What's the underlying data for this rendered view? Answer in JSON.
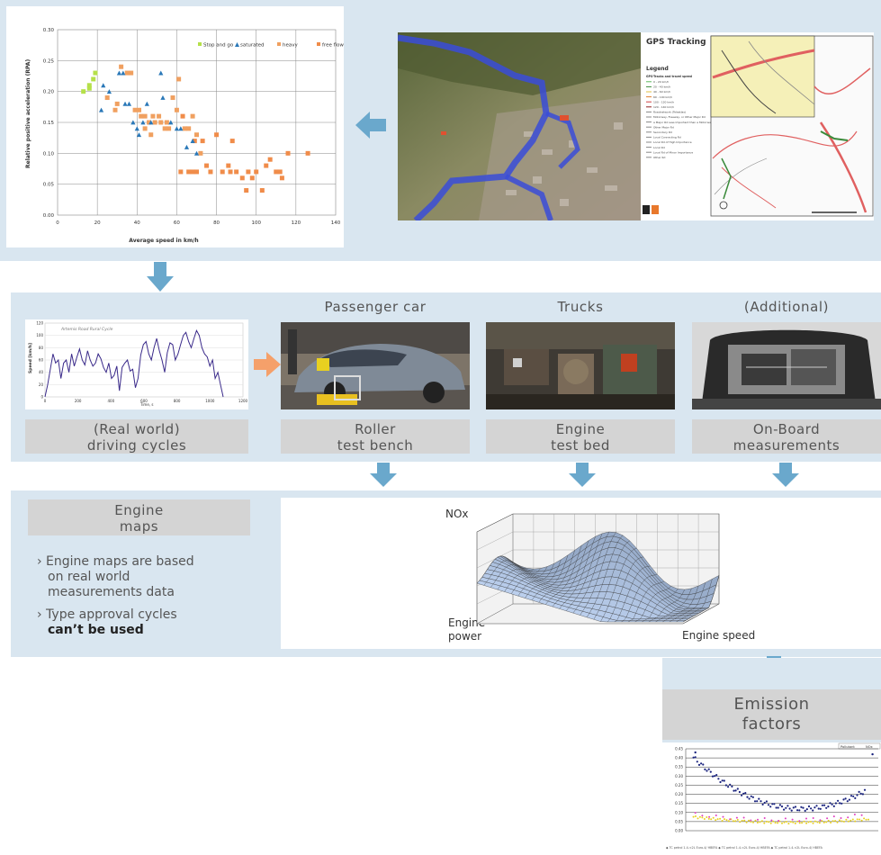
{
  "scatter": {
    "ylabel": "Relative positive acceleration (RPA)",
    "xlabel": "Average speed in km/h",
    "legend": [
      "Stop and go",
      "saturated",
      "heavy",
      "free flow"
    ],
    "colors": {
      "stop": "#b5e04a",
      "sat": "#2a78b8",
      "heavy": "#f0a060",
      "free": "#f08c4a"
    },
    "xticks": [
      "0",
      "20",
      "40",
      "60",
      "80",
      "100",
      "120",
      "140"
    ],
    "yticks": [
      "0.00",
      "0.05",
      "0.10",
      "0.15",
      "0.20",
      "0.25",
      "0.30"
    ]
  },
  "gps": {
    "title": "GPS Tracking",
    "legend_title": "Legend",
    "legend_sub": "GPS-Tracks and travel speed",
    "legend_lines": [
      "0 - 20 km/h",
      "20 - 40 km/h",
      "40 - 60 km/h",
      "60 - 100 km/h",
      "100 - 120 km/h",
      "120 - 140 km/h",
      "Roadnetwork (Teleatlas)",
      "Motorway, Freeway, or Other Major Rd",
      "a Major Rd Less Important than a Motorway",
      "Other Major Rd",
      "Secondary Rd",
      "Local Connecting Rd",
      "Local Rd of High Importance",
      "Local Rd",
      "Local Rd of Minor Importance",
      "Other Rd"
    ]
  },
  "driving": {
    "chart_title": "Artemis Road Rural Cycle",
    "ylabel": "Speed [km/h]",
    "xlabel": "Time, s",
    "xticks": [
      "0",
      "200",
      "400",
      "600",
      "800",
      "1000",
      "1200"
    ],
    "yticks": [
      "0",
      "20",
      "40",
      "60",
      "80",
      "100",
      "120"
    ]
  },
  "headers": {
    "car": "Passenger car",
    "trucks": "Trucks",
    "additional": "(Additional)"
  },
  "labels": {
    "driving_cycles": [
      "(Real world)",
      "driving cycles"
    ],
    "roller": [
      "Roller",
      "test bench"
    ],
    "engine_bed": [
      "Engine",
      "test bed"
    ],
    "onboard": [
      "On-Board",
      "measurements"
    ],
    "engine_maps": [
      "Engine",
      "maps"
    ],
    "emission": [
      "Emission",
      "factors"
    ]
  },
  "bullets": {
    "b1": [
      "› Engine maps are based",
      "on real world",
      "measurements data"
    ],
    "b2_line1": "› Type approval cycles",
    "b2_bold": "can’t be used"
  },
  "surface": {
    "nox": "NOx",
    "engine_power": [
      "Engine",
      "power"
    ],
    "engine_speed": "Engine speed"
  },
  "emission_chart": {
    "legend_label": "Pollutant",
    "legend_value": "NOx",
    "yticks": [
      "0.45",
      "0.40",
      "0.35",
      "0.30",
      "0.25",
      "0.20",
      "0.15",
      "0.10",
      "0.05",
      "0.00"
    ],
    "footer": "◆ TC petrol 1.4-<2L Euro-4/ HBEFA   ◆ TC petrol 1.4-<2L Euro-4/ HBEFA   ◆ TC petrol 1.4-<2L Euro-4/ HBEFA"
  }
}
